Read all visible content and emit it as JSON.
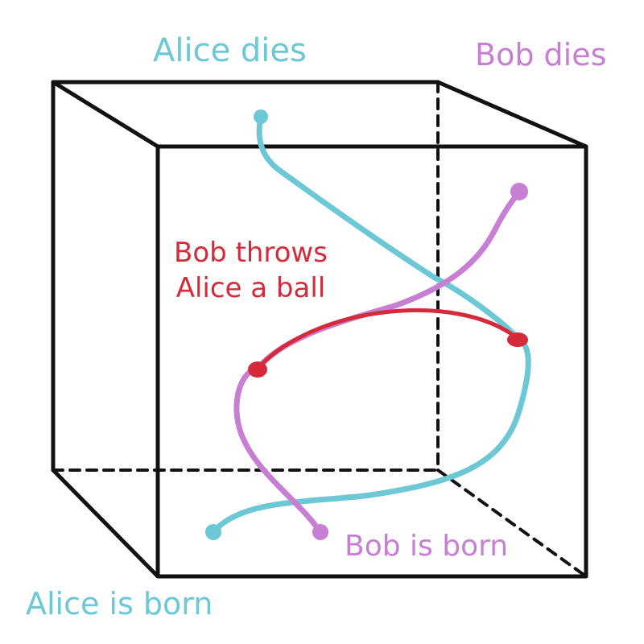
{
  "labels": {
    "alice_dies": "Alice dies",
    "bob_dies": "Bob dies",
    "throw_line1": "Bob throws",
    "throw_line2": "Alice a ball",
    "bob_born": "Bob is born",
    "alice_born": "Alice is born"
  },
  "colors": {
    "alice": "#6cc8d4",
    "bob": "#c77fd4",
    "ball": "#d42a3a",
    "cube": "#111111"
  }
}
